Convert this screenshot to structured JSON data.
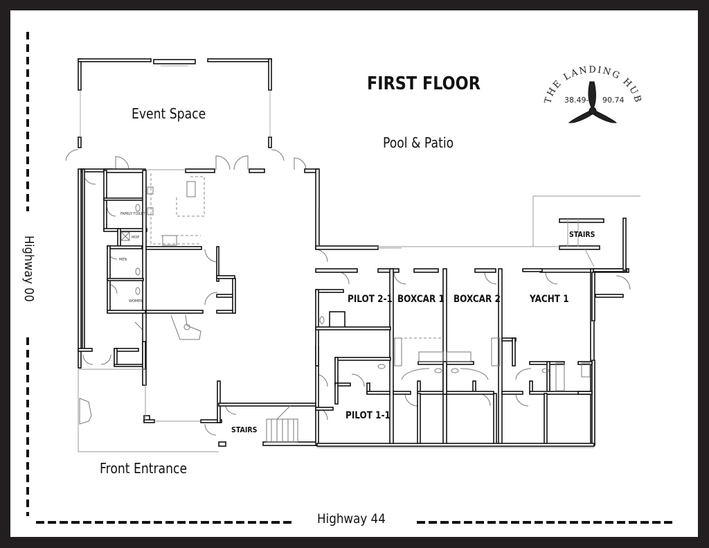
{
  "page": {
    "title": "FIRST FLOOR",
    "colors": {
      "frame": "#231f20",
      "sheet": "#ffffff",
      "ink": "#111111",
      "light_line": "#9a9a9a"
    }
  },
  "logo": {
    "name": "THE LANDING HUB",
    "coord_left": "38.49-",
    "coord_right": "90.74",
    "icon": "propeller-icon"
  },
  "areas": {
    "event_space": "Event Space",
    "pool_patio": "Pool & Patio",
    "front_entrance": "Front Entrance"
  },
  "roads": {
    "west": "Highway 00",
    "south": "Highway 44"
  },
  "rooms": [
    {
      "id": "pilot-2-1",
      "label": "PILOT 2-1"
    },
    {
      "id": "boxcar-1",
      "label": "BOXCAR 1"
    },
    {
      "id": "boxcar-2",
      "label": "BOXCAR 2"
    },
    {
      "id": "yacht-1",
      "label": "YACHT 1"
    },
    {
      "id": "pilot-1-1",
      "label": "PILOT 1-1"
    }
  ],
  "stairs": [
    {
      "id": "stairs-east",
      "label": "STAIRS"
    },
    {
      "id": "stairs-south",
      "label": "STAIRS"
    }
  ],
  "restrooms": {
    "family": "FAMILY TOILET",
    "mop": "MOP",
    "men": "MEN",
    "women": "WOMEN"
  }
}
